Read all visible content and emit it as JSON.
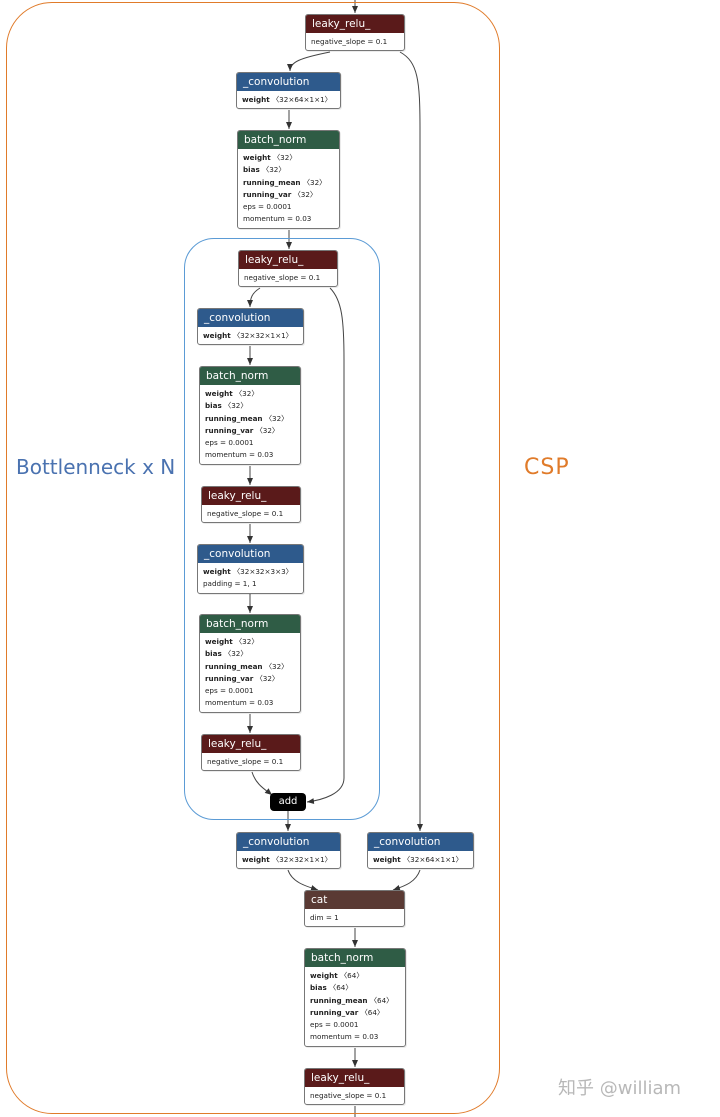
{
  "groups": {
    "bottleneck_label": "Bottlenneck x N",
    "csp_label": "CSP"
  },
  "watermark": "知乎 @william",
  "nodes": [
    {
      "id": "relu1",
      "kind": "relu",
      "title": "leaky_relu_",
      "attrs": [
        {
          "k": "",
          "v": "negative_slope = 0.1"
        }
      ]
    },
    {
      "id": "conv1",
      "kind": "conv",
      "title": "_convolution",
      "attrs": [
        {
          "k": "weight",
          "v": "〈32×64×1×1〉"
        }
      ]
    },
    {
      "id": "bn1",
      "kind": "bn",
      "title": "batch_norm",
      "attrs": [
        {
          "k": "weight",
          "v": "〈32〉"
        },
        {
          "k": "bias",
          "v": "〈32〉"
        },
        {
          "k": "running_mean",
          "v": "〈32〉"
        },
        {
          "k": "running_var",
          "v": "〈32〉"
        },
        {
          "k": "",
          "v": "eps = 0.0001"
        },
        {
          "k": "",
          "v": "momentum = 0.03"
        }
      ]
    },
    {
      "id": "relu2",
      "kind": "relu",
      "title": "leaky_relu_",
      "attrs": [
        {
          "k": "",
          "v": "negative_slope = 0.1"
        }
      ]
    },
    {
      "id": "conv2",
      "kind": "conv",
      "title": "_convolution",
      "attrs": [
        {
          "k": "weight",
          "v": "〈32×32×1×1〉"
        }
      ]
    },
    {
      "id": "bn2",
      "kind": "bn",
      "title": "batch_norm",
      "attrs": [
        {
          "k": "weight",
          "v": "〈32〉"
        },
        {
          "k": "bias",
          "v": "〈32〉"
        },
        {
          "k": "running_mean",
          "v": "〈32〉"
        },
        {
          "k": "running_var",
          "v": "〈32〉"
        },
        {
          "k": "",
          "v": "eps = 0.0001"
        },
        {
          "k": "",
          "v": "momentum = 0.03"
        }
      ]
    },
    {
      "id": "relu3",
      "kind": "relu",
      "title": "leaky_relu_",
      "attrs": [
        {
          "k": "",
          "v": "negative_slope = 0.1"
        }
      ]
    },
    {
      "id": "conv3",
      "kind": "conv",
      "title": "_convolution",
      "attrs": [
        {
          "k": "weight",
          "v": "〈32×32×3×3〉"
        },
        {
          "k": "",
          "v": "padding = 1, 1"
        }
      ]
    },
    {
      "id": "bn3",
      "kind": "bn",
      "title": "batch_norm",
      "attrs": [
        {
          "k": "weight",
          "v": "〈32〉"
        },
        {
          "k": "bias",
          "v": "〈32〉"
        },
        {
          "k": "running_mean",
          "v": "〈32〉"
        },
        {
          "k": "running_var",
          "v": "〈32〉"
        },
        {
          "k": "",
          "v": "eps = 0.0001"
        },
        {
          "k": "",
          "v": "momentum = 0.03"
        }
      ]
    },
    {
      "id": "relu4",
      "kind": "relu",
      "title": "leaky_relu_",
      "attrs": [
        {
          "k": "",
          "v": "negative_slope = 0.1"
        }
      ]
    },
    {
      "id": "add",
      "kind": "add",
      "title": "add",
      "attrs": []
    },
    {
      "id": "conv4",
      "kind": "conv",
      "title": "_convolution",
      "attrs": [
        {
          "k": "weight",
          "v": "〈32×32×1×1〉"
        }
      ]
    },
    {
      "id": "conv5",
      "kind": "conv",
      "title": "_convolution",
      "attrs": [
        {
          "k": "weight",
          "v": "〈32×64×1×1〉"
        }
      ]
    },
    {
      "id": "cat",
      "kind": "cat",
      "title": "cat",
      "attrs": [
        {
          "k": "",
          "v": "dim = 1"
        }
      ]
    },
    {
      "id": "bn4",
      "kind": "bn",
      "title": "batch_norm",
      "attrs": [
        {
          "k": "weight",
          "v": "〈64〉"
        },
        {
          "k": "bias",
          "v": "〈64〉"
        },
        {
          "k": "running_mean",
          "v": "〈64〉"
        },
        {
          "k": "running_var",
          "v": "〈64〉"
        },
        {
          "k": "",
          "v": "eps = 0.0001"
        },
        {
          "k": "",
          "v": "momentum = 0.03"
        }
      ]
    },
    {
      "id": "relu5",
      "kind": "relu",
      "title": "leaky_relu_",
      "attrs": [
        {
          "k": "",
          "v": "negative_slope = 0.1"
        }
      ]
    }
  ]
}
